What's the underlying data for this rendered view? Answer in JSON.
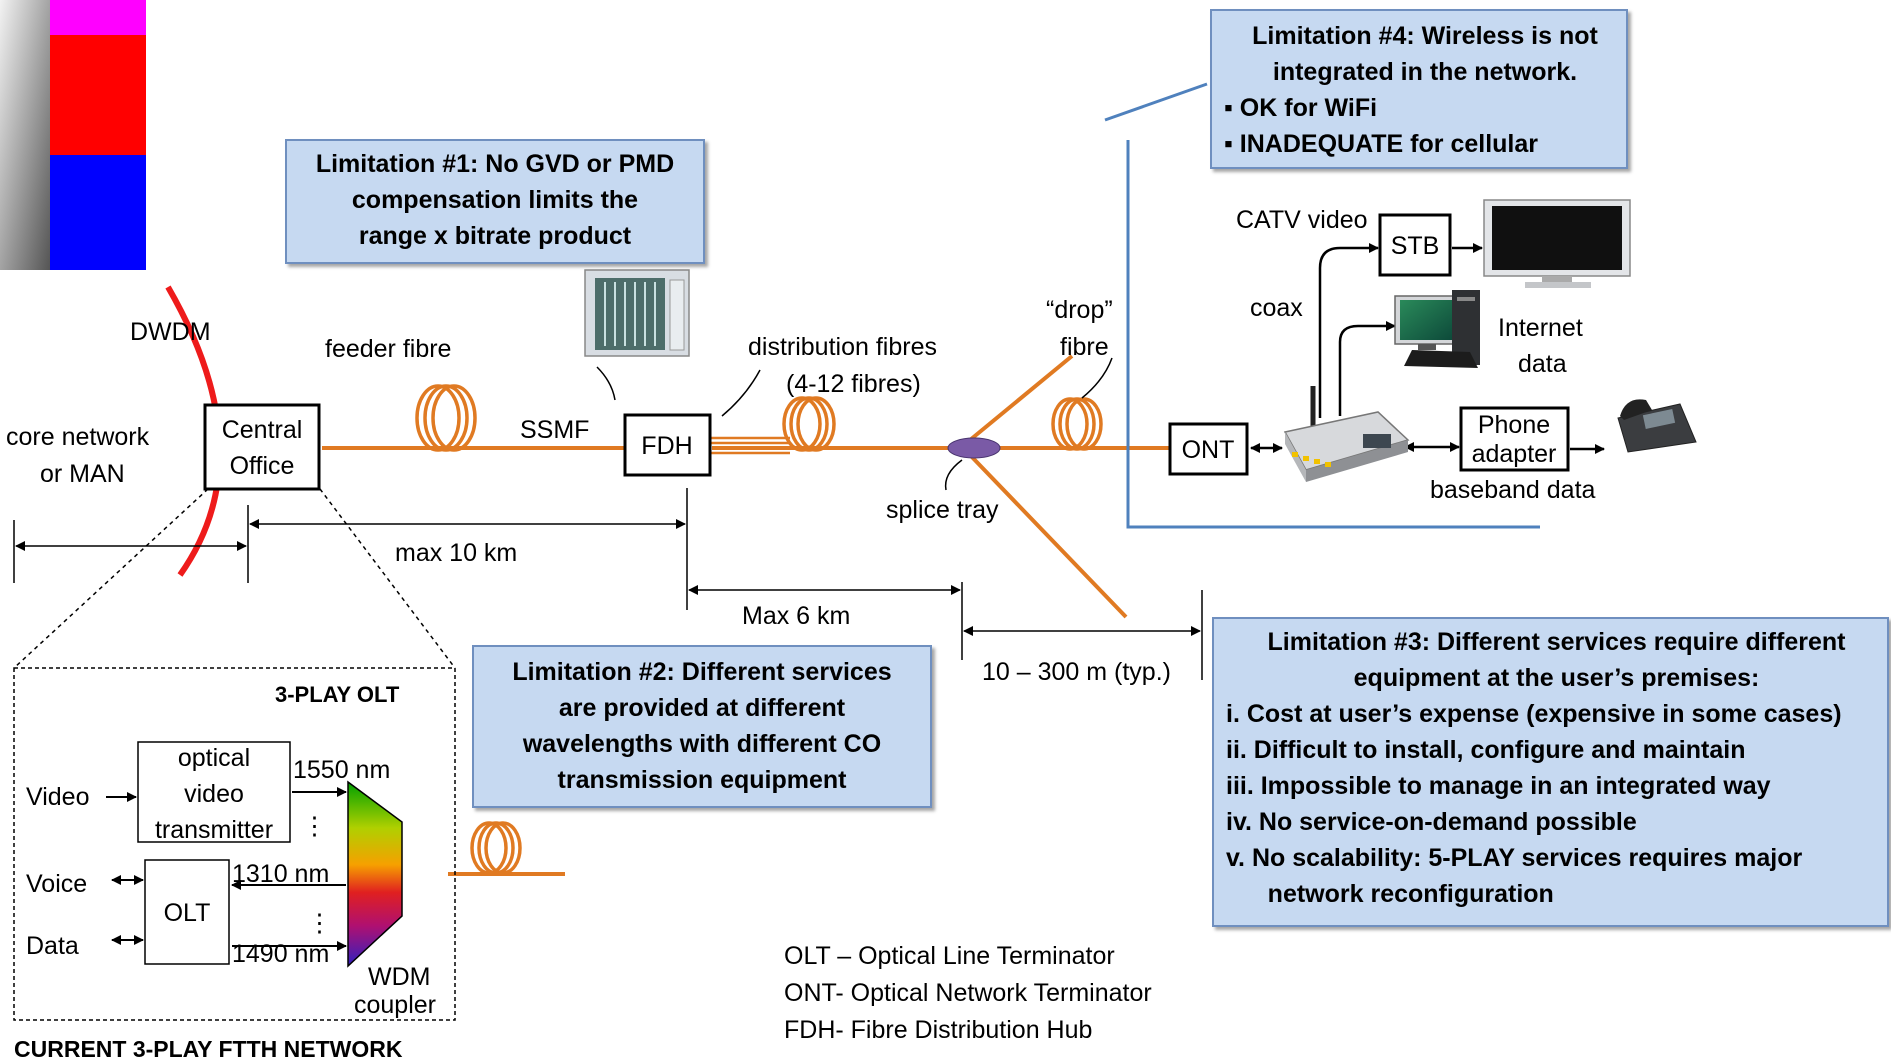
{
  "colors": {
    "fibre": "#e07a22",
    "dwdm_arc": "#ee1b1b",
    "callout_fill": "#c6d9f1",
    "callout_border": "#6f8fbf",
    "boundary_line": "#4f81bd",
    "splice_tray": "#7a5aa6",
    "swatch_magenta": "#ff00ff",
    "swatch_red": "#ff0000",
    "swatch_blue": "#0000ff"
  },
  "labels": {
    "dwdm": "DWDM",
    "core_network": "core network",
    "or_man": "or MAN",
    "central": "Central",
    "office": "Office",
    "feeder_fibre": "feeder fibre",
    "ssmf": "SSMF",
    "fdh": "FDH",
    "distribution_fibres": "distribution fibres",
    "fibres_count": "(4-12 fibres)",
    "drop": "“drop”",
    "fibre": "fibre",
    "splice_tray": "splice tray",
    "ont": "ONT",
    "catv_video": "CATV video",
    "stb": "STB",
    "coax": "coax",
    "internet": "Internet",
    "data": "data",
    "phone": "Phone",
    "adapter": "adapter",
    "baseband_data": "baseband data",
    "max_10km": "max 10 km",
    "max_6km": "Max 6 km",
    "range_300m": "10 – 300 m (typ.)",
    "three_play_olt": "3-PLAY OLT",
    "video": "Video",
    "voice": "Voice",
    "data_in": "Data",
    "optical": "optical",
    "video_tx": "video",
    "transmitter": "transmitter",
    "olt": "OLT",
    "nm1550": "1550 nm",
    "nm1310": "1310 nm",
    "nm1490": "1490 nm",
    "wdm": "WDM",
    "coupler": "coupler",
    "caption": "CURRENT 3-PLAY FTTH NETWORK"
  },
  "icons": {
    "fdh_cabinet": "fibre-cabinet-icon",
    "tv": "flat-screen-tv-icon",
    "pc": "desktop-computer-icon",
    "router": "wireless-router-icon",
    "phone": "desk-phone-icon"
  },
  "callouts": {
    "lim1": [
      "Limitation #1: No GVD or PMD",
      "compensation limits the",
      "range x bitrate product"
    ],
    "lim2": [
      "Limitation #2: Different services",
      "are provided at different",
      "wavelengths with different CO",
      "transmission equipment"
    ],
    "lim3": {
      "head": [
        "Limitation #3: Different services require different",
        "equipment at the user’s premises:"
      ],
      "items": [
        "i.   Cost at user’s expense  (expensive in some cases)",
        "ii.  Difficult to install, configure and maintain",
        "iii. Impossible to manage in an integrated way",
        "iv. No service-on-demand possible",
        "v.  No scalability: 5-PLAY services requires major",
        "      network reconfiguration"
      ]
    },
    "lim4": {
      "head": [
        "Limitation #4: Wireless is not",
        "integrated in the network."
      ],
      "items": [
        "▪ OK for WiFi",
        "▪ INADEQUATE for cellular"
      ]
    }
  },
  "legend": [
    "OLT – Optical Line Terminator",
    "ONT- Optical Network Terminator",
    "FDH- Fibre Distribution Hub"
  ]
}
